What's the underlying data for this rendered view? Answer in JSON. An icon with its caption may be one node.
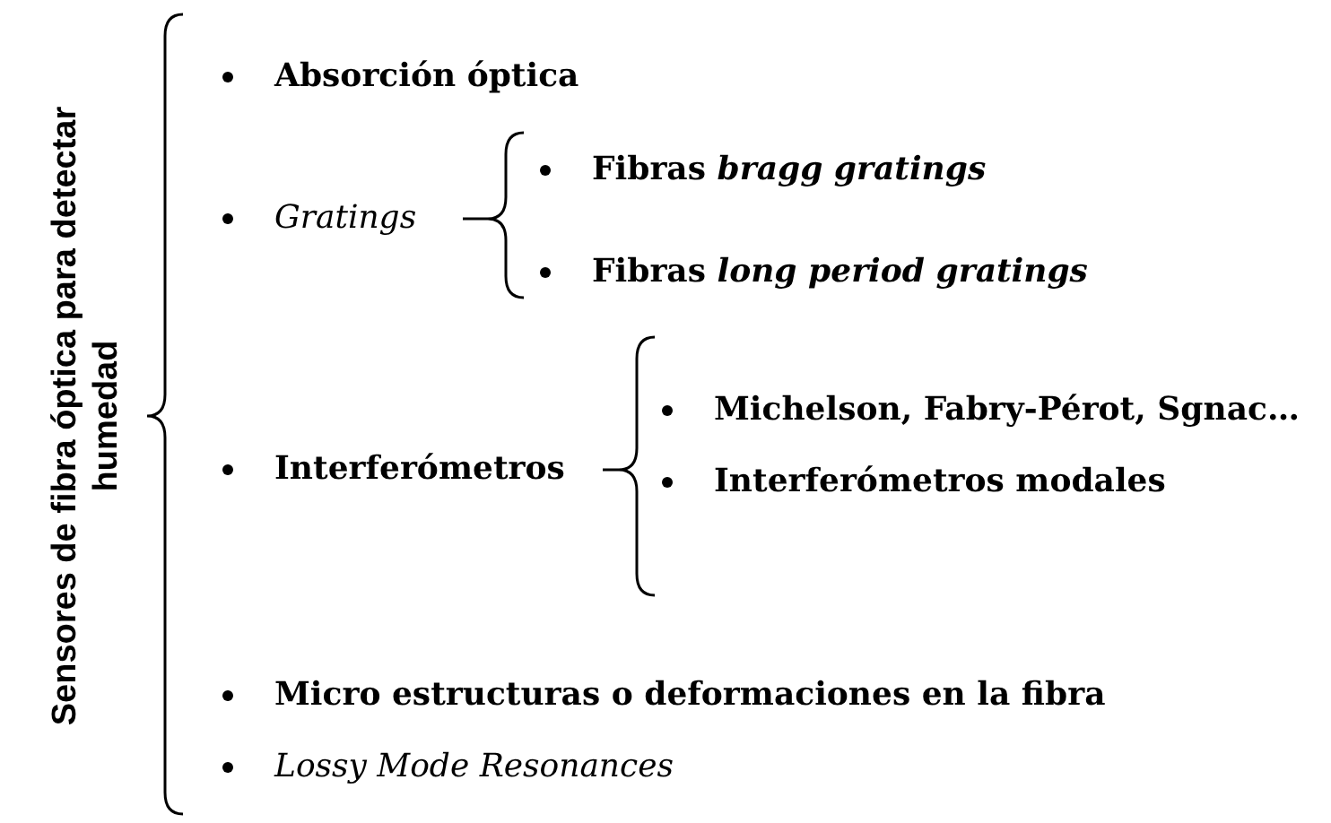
{
  "diagram": {
    "labels": [
      "Sensores de fibra óptica para detectar humedad",
      "Absorción óptica",
      "Gratings",
      "Fibras *bragg gratings*",
      "Fibras *long period gratings*",
      "Interferómetros",
      "Michelson, Fabry-Pérot, Sgnac…",
      "Interferómetros modales",
      "Micro estructuras o deformaciones en la fibra",
      "Lossy Mode Resonances"
    ]
  }
}
